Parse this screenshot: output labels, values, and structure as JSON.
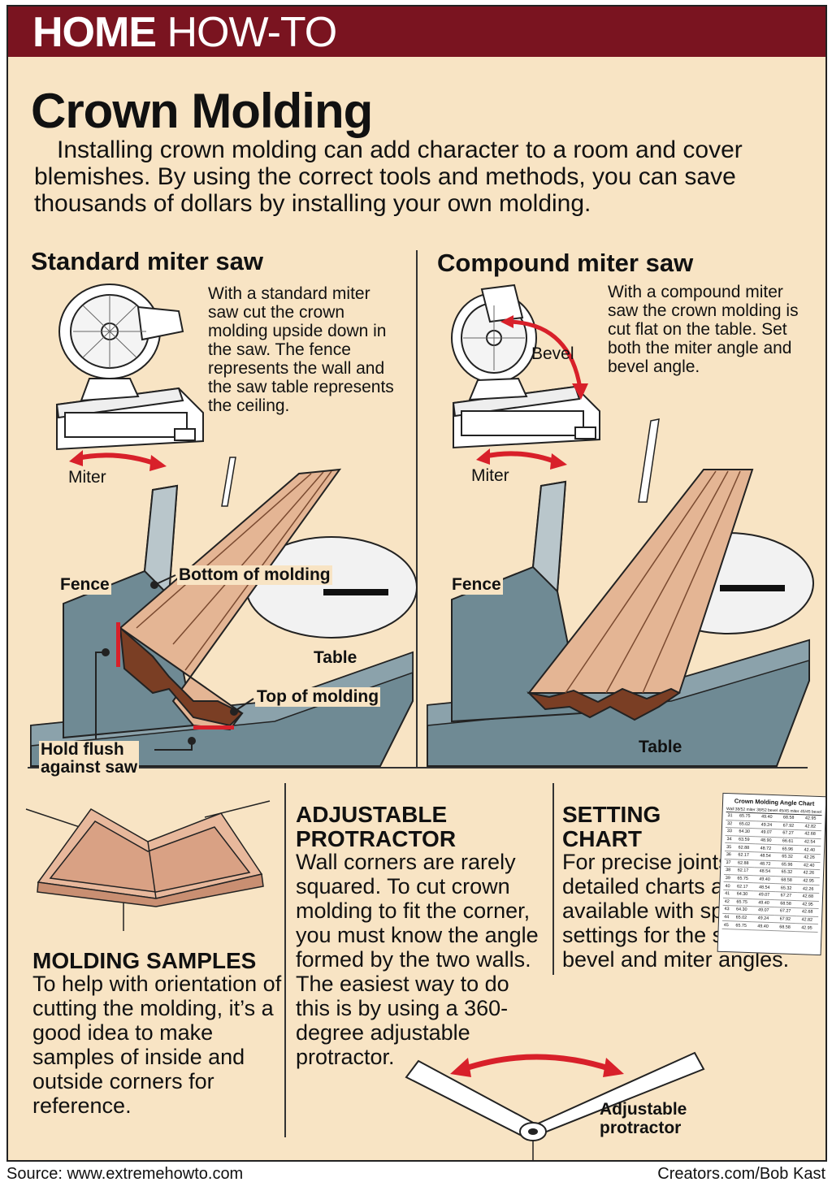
{
  "banner": {
    "bold": "HOME",
    "rest": " HOW-TO"
  },
  "title": "Crown Molding",
  "intro": "Installing crown molding can add character to a room and cover blemishes. By using the correct tools and methods, you can save thousands of dollars by installing your own molding.",
  "standard": {
    "heading": "Standard miter saw",
    "description": "With a standard miter saw cut the crown molding upside down in the saw. The fence represents the wall and the saw table represents the ceiling.",
    "miter_label": "Miter",
    "fence_label": "Fence",
    "bottom_label": "Bottom of molding",
    "table_label": "Table",
    "top_label": "Top of molding",
    "hold_line1": "Hold  flush",
    "hold_line2": "against  saw"
  },
  "compound": {
    "heading": "Compound miter saw",
    "description": "With a compound miter saw the crown molding is cut flat on the table. Set both the miter angle and bevel angle.",
    "bevel_label": "Bevel",
    "miter_label": "Miter",
    "fence_label": "Fence",
    "table_label": "Table"
  },
  "samples": {
    "heading": "MOLDING SAMPLES",
    "text": "To help with orientation of cutting the molding, it’s a good idea to make samples of inside and outside corners for reference."
  },
  "protractor": {
    "heading_1": "ADJUSTABLE",
    "heading_2": "PROTRACTOR",
    "text": "Wall corners are rarely squared. To cut crown molding to fit the corner, you must know the angle formed by the two walls. The easiest way to do this is by using a 360-degree adjustable protractor.",
    "label_1": "Adjustable",
    "label_2": "protractor"
  },
  "setting": {
    "heading_1": "SETTING",
    "heading_2": "CHART",
    "text": "For precise joints, detailed charts are available with specific settings for the saw's bevel and miter angles."
  },
  "angle_chart": {
    "title": "Crown Molding Angle Chart",
    "columns": [
      "Wall",
      "38/52 miter",
      "38/52 bevel",
      "45/45 miter",
      "45/45 bevel"
    ],
    "rows": [
      [
        "31",
        "65.75",
        "49.40",
        "68.58",
        "42.95"
      ],
      [
        "32",
        "65.02",
        "49.24",
        "67.92",
        "42.82"
      ],
      [
        "33",
        "64.30",
        "49.07",
        "67.27",
        "42.68"
      ],
      [
        "34",
        "63.59",
        "48.90",
        "66.61",
        "42.54"
      ],
      [
        "35",
        "62.88",
        "48.72",
        "65.96",
        "42.40"
      ],
      [
        "36",
        "62.17",
        "48.54",
        "65.32",
        "42.26"
      ],
      [
        "37",
        "62.88",
        "48.72",
        "65.96",
        "42.40"
      ],
      [
        "38",
        "62.17",
        "48.54",
        "65.32",
        "42.26"
      ],
      [
        "39",
        "65.75",
        "49.40",
        "68.58",
        "42.95"
      ],
      [
        "40",
        "62.17",
        "48.54",
        "65.32",
        "42.26"
      ],
      [
        "41",
        "64.30",
        "49.07",
        "67.27",
        "42.68"
      ],
      [
        "42",
        "65.75",
        "49.40",
        "68.58",
        "42.95"
      ],
      [
        "43",
        "64.30",
        "49.07",
        "67.27",
        "42.68"
      ],
      [
        "44",
        "65.02",
        "49.24",
        "67.92",
        "42.82"
      ],
      [
        "45",
        "65.75",
        "49.40",
        "68.58",
        "42.95"
      ]
    ]
  },
  "footer": {
    "source": "Source: www.extremehowto.com",
    "credit": "Creators.com/Bob Kast"
  },
  "colors": {
    "banner": "#7a1420",
    "background": "#f8e4c4",
    "wood": "#e4b594",
    "wood_dark": "#7a3e24",
    "saw_gray": "#6f8a94",
    "accent_red": "#d8202a"
  }
}
